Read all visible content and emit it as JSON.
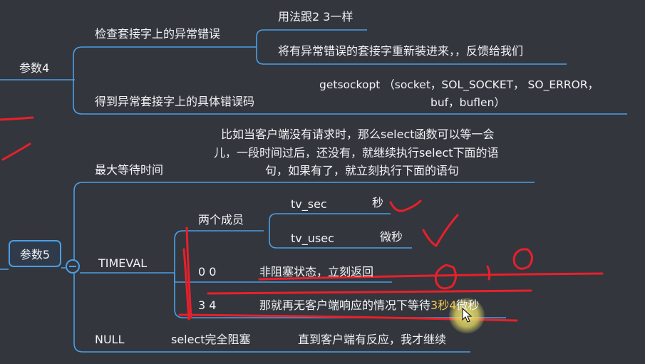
{
  "param4": {
    "label": "参数4",
    "check_label": "检查套接字上的异常错误",
    "same_usage": "用法跟2 3一样",
    "readd_desc": "将有异常错误的套接字重新装进来，，反馈给我们",
    "get_error_label": "得到异常套接字上的具体错误码",
    "getsockopt_line1": "getsockopt （socket，SOL_SOCKET， SO_ERROR，",
    "getsockopt_line2": "buf，buflen）"
  },
  "param5": {
    "label": "参数5",
    "max_wait_label": "最大等待时间",
    "max_wait_desc_line1": "比如当客户端没有请求时，那么select函数可以等一会",
    "max_wait_desc_line2": "儿，一段时间过后，还没有，就继续执行select下面的语",
    "max_wait_desc_line3": "句，如果有了，就立刻执行下面的语句",
    "timeval_label": "TIMEVAL",
    "two_members_label": "两个成员",
    "tv_sec": "tv_sec",
    "tv_sec_unit": "秒",
    "tv_usec": "tv_usec",
    "tv_usec_unit": "微秒",
    "zero_zero": "0 0",
    "nonblocking_desc": "非阻塞状态，立刻返回",
    "three_four": "3 4",
    "wait_desc_prefix": "那就再无客户端响应的情况下等待",
    "wait_desc_highlight": "3秒4",
    "wait_desc_suffix": "微秒",
    "null_label": "NULL",
    "select_block_label": "select完全阻塞",
    "until_response_desc": "直到客户端有反应，我才继续"
  },
  "colors": {
    "background": "#33363d",
    "connector": "#4a9fe6",
    "annotation": "#e8202a",
    "highlight_text": "#f3c54d"
  }
}
